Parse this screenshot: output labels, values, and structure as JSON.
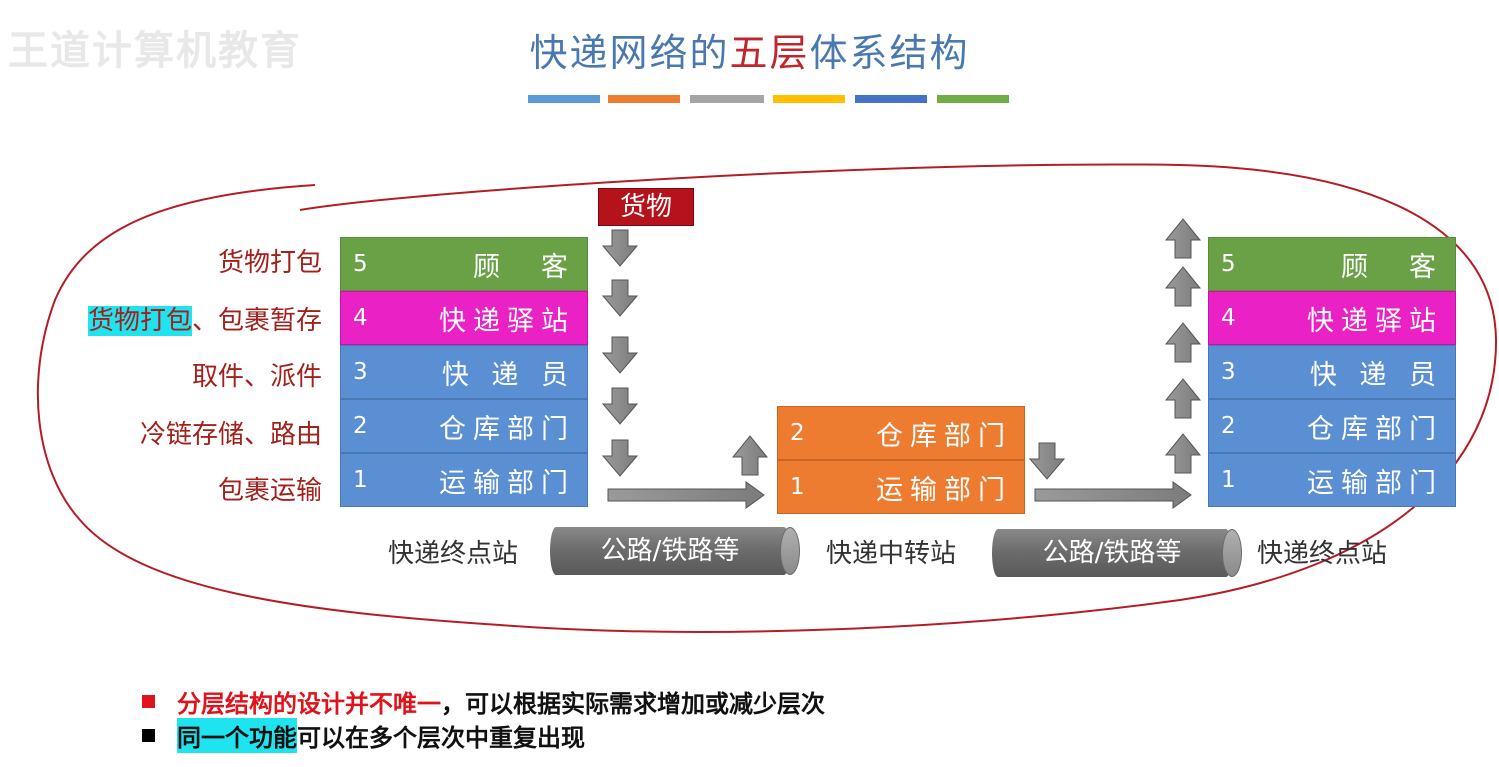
{
  "title": {
    "part1": "快递网络的",
    "highlight": "五层",
    "part2": "体系结构"
  },
  "watermark": "王道计算机教育",
  "color_bar": [
    "#5b9bd5",
    "#ed7d31",
    "#a5a5a5",
    "#ffc000",
    "#4472c4",
    "#70ad47"
  ],
  "cargo_label": "货物",
  "left_stack": {
    "layers": [
      {
        "num": "5",
        "label": "顾　客"
      },
      {
        "num": "4",
        "label": "快递驿站"
      },
      {
        "num": "3",
        "label": "快 递 员"
      },
      {
        "num": "2",
        "label": "仓库部门"
      },
      {
        "num": "1",
        "label": "运输部门"
      }
    ],
    "station": "快递终点站"
  },
  "side_labels": [
    {
      "text": "货物打包"
    },
    {
      "highlight": "货物打包",
      "text": "、包裹暂存"
    },
    {
      "text": "取件、派件"
    },
    {
      "text": "冷链存储、路由"
    },
    {
      "text": "包裹运输"
    }
  ],
  "middle_stack": {
    "layers": [
      {
        "num": "2",
        "label": "仓库部门"
      },
      {
        "num": "1",
        "label": "运输部门"
      }
    ],
    "station": "快递中转站"
  },
  "right_stack": {
    "layers": [
      {
        "num": "5",
        "label": "顾　客"
      },
      {
        "num": "4",
        "label": "快递驿站"
      },
      {
        "num": "3",
        "label": "快 递 员"
      },
      {
        "num": "2",
        "label": "仓库部门"
      },
      {
        "num": "1",
        "label": "运输部门"
      }
    ],
    "station": "快递终点站"
  },
  "pipes": [
    "公路/铁路等",
    "公路/铁路等"
  ],
  "bullets": [
    {
      "red": "分层结构的设计并不唯一",
      "rest": "，可以根据实际需求增加或减少层次"
    },
    {
      "highlight": "同一个功能",
      "rest": "可以在多个层次中重复出现"
    }
  ]
}
